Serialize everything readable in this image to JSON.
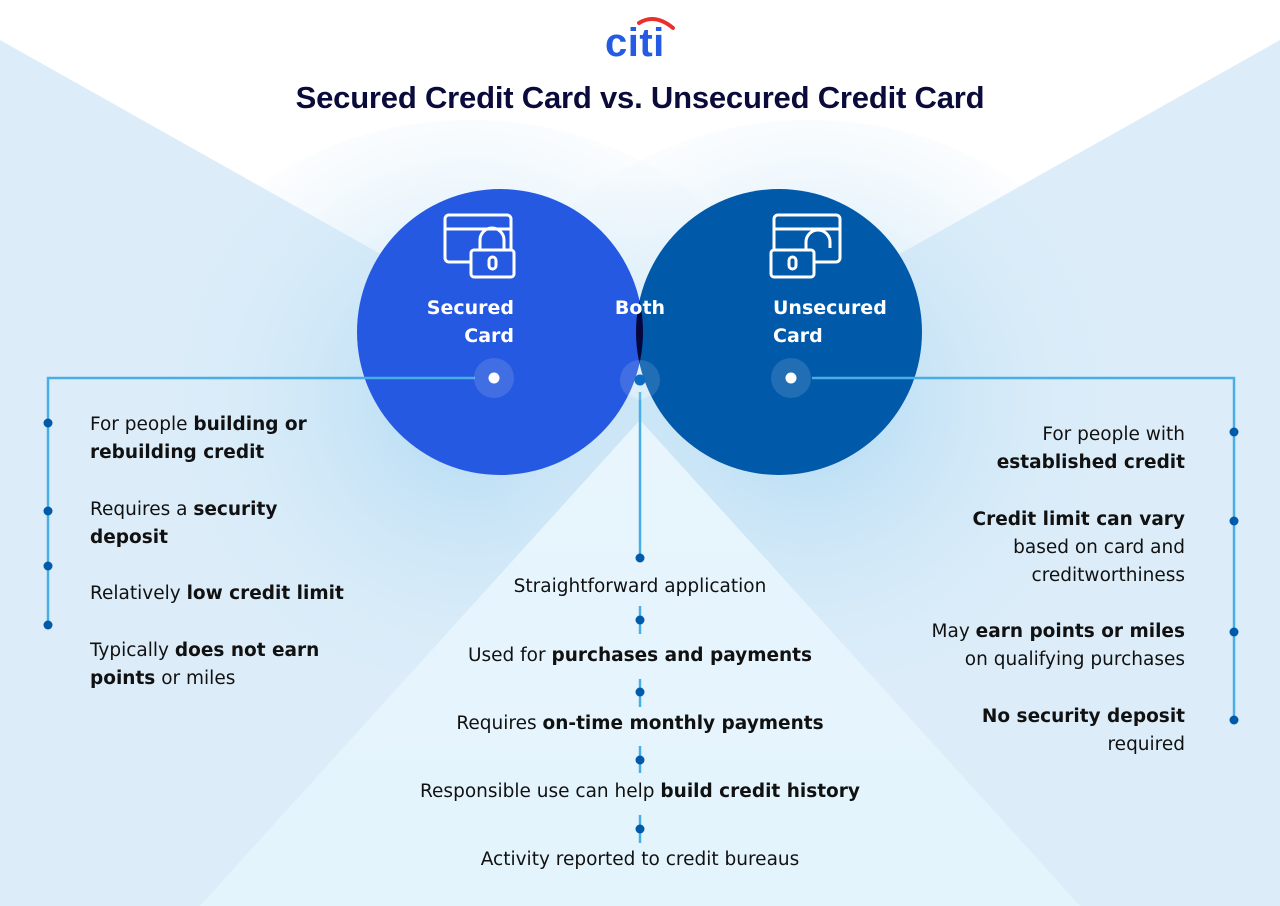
{
  "brand": {
    "logo_text": "citi",
    "logo_color": "#255be3",
    "arc_color": "#e8312f"
  },
  "title": "Secured Credit Card vs. Unsecured Credit Card",
  "colors": {
    "secured_circle": "#2659e1",
    "unsecured_circle": "#0059a9",
    "overlap": "#05063d",
    "connector_line": "#4aaee6",
    "dot": "#0059a9",
    "title": "#0b0b3b",
    "bg_light": "#dcedf9"
  },
  "venn": {
    "secured": {
      "label_line1": "Secured",
      "label_line2": "Card",
      "icon": "locked-card-icon"
    },
    "both": {
      "label": "Both"
    },
    "unsecured": {
      "label_line1": "Unsecured",
      "label_line2": "Card",
      "icon": "unlocked-card-icon"
    }
  },
  "secured_items": [
    {
      "pre": "For people ",
      "bold": "building or rebuilding credit",
      "post": ""
    },
    {
      "pre": "Requires a ",
      "bold": "security deposit",
      "post": ""
    },
    {
      "pre": "Relatively ",
      "bold": "low credit limit",
      "post": ""
    },
    {
      "pre": "Typically ",
      "bold": "does not earn points",
      "post": " or miles"
    }
  ],
  "both_items": [
    {
      "pre": "Straightforward application",
      "bold": "",
      "post": ""
    },
    {
      "pre": "Used for ",
      "bold": "purchases and payments",
      "post": ""
    },
    {
      "pre": "Requires ",
      "bold": "on-time monthly payments",
      "post": ""
    },
    {
      "pre": "Responsible use can help ",
      "bold": "build credit history",
      "post": ""
    },
    {
      "pre": "Activity reported to credit bureaus",
      "bold": "",
      "post": ""
    }
  ],
  "unsecured_items": [
    {
      "pre": "For people with ",
      "bold": "established credit",
      "post": ""
    },
    {
      "pre": "",
      "bold": "Credit limit can vary",
      "post": " based on card and creditworthiness"
    },
    {
      "pre": "May ",
      "bold": "earn points or miles",
      "post": " on qualifying purchases"
    },
    {
      "pre": "",
      "bold": "No security deposit",
      "post": " required"
    }
  ]
}
